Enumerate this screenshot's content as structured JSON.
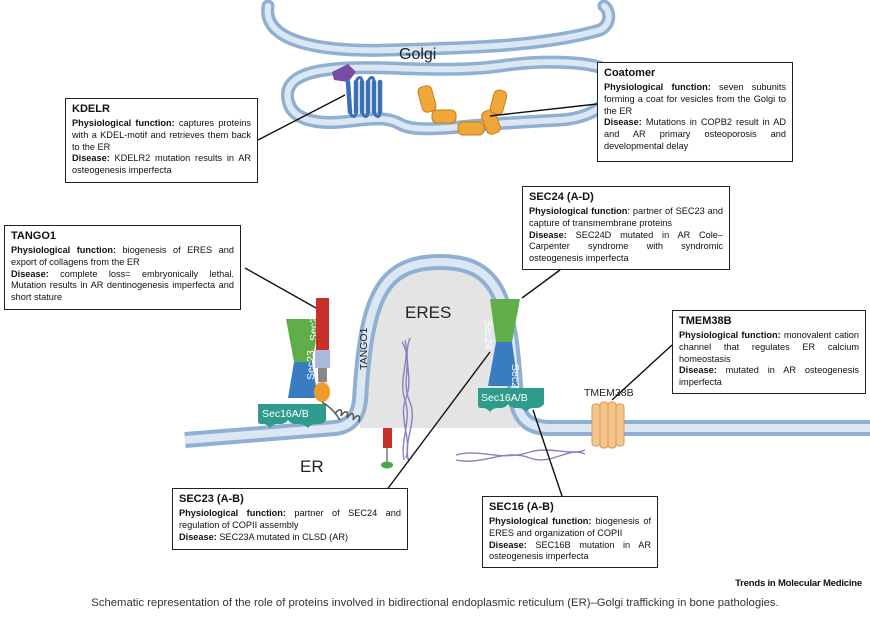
{
  "labels": {
    "golgi": "Golgi",
    "eres": "ERES",
    "er": "ER",
    "tango1_vertical": "TANGO1",
    "tmem38b_label": "TMEM38B",
    "left_sec24": "Sec24",
    "left_sec23": "Sec23",
    "left_sec16": "Sec16A/B",
    "right_sec24": "Sec24",
    "right_sec23": "Sec23",
    "right_sec16": "Sec16A/B"
  },
  "boxes": {
    "kdelr": {
      "title": "KDELR",
      "function_label": "Physiological function:",
      "function_text": " captures proteins with a KDEL-motif and retrieves them back to the ER",
      "disease_label": "Disease:",
      "disease_text": " KDELR2 mutation results in AR osteogenesis imperfecta"
    },
    "coatomer": {
      "title": "Coatomer",
      "function_label": "Physiological function:",
      "function_text": " seven subunits forming a coat for vesicles from the Golgi to the ER",
      "disease_label": "Disease:",
      "disease_text": " Mutations in COPB2 result in AD and AR primary osteoporosis and developmental delay"
    },
    "sec24": {
      "title": "SEC24 (A-D)",
      "function_label": "Physiological function",
      "function_text": ": partner of SEC23 and capture of transmembrane proteins",
      "disease_label": "Disease:",
      "disease_text": " SEC24D mutated in AR Cole–Carpenter syndrome with syndromic osteogenesis imperfecta"
    },
    "tango1": {
      "title": "TANGO1",
      "function_label": "Physiological function:",
      "function_text": " biogenesis of ERES and export of collagens from the ER",
      "disease_label": "Disease:",
      "disease_text": " complete loss= embryonically lethal. Mutation results in AR dentinogenesis imperfecta and short stature"
    },
    "tmem38b": {
      "title": "TMEM38B",
      "function_label": "Physiological function:",
      "function_text": " monovalent cation channel that regulates ER calcium homeostasis",
      "disease_label": "Disease:",
      "disease_text": " mutated in AR osteogenesis imperfecta"
    },
    "sec23": {
      "title": "SEC23 (A-B)",
      "function_label": "Physiological function:",
      "function_text": " partner of SEC24 and regulation of COPII assembly",
      "disease_label": "Disease:",
      "disease_text": " SEC23A mutated in CLSD (AR)"
    },
    "sec16": {
      "title": "SEC16 (A-B)",
      "function_label": "Physiological function:",
      "function_text": " biogenesis of ERES and organization of COPII",
      "disease_label": "Disease:",
      "disease_text": " SEC16B mutation in AR osteogenesis imperfecta"
    }
  },
  "journal": "Trends in Molecular Medicine",
  "caption": "Schematic representation of the role of proteins involved in bidirectional endoplasmic reticulum (ER)–Golgi trafficking in bone pathologies.",
  "colors": {
    "membrane_outer": "#8fb0d2",
    "membrane_inner": "#dbe8f4",
    "eres_fill": "#e4e4e4",
    "sec24_green": "#5fae4a",
    "sec23_blue": "#3a7cc2",
    "sec16_teal": "#2f9b8c",
    "tango1_red": "#c9302c",
    "tango1_lavender": "#a9b8dc",
    "tango1_orange": "#ee9a2c",
    "coatomer_orange": "#efa73a",
    "kdelr_blue": "#3b6fb6",
    "kdelr_purple": "#7a4ba6",
    "tmem38b": "#f4c58c",
    "collagen_purple": "#8e7dc4"
  }
}
